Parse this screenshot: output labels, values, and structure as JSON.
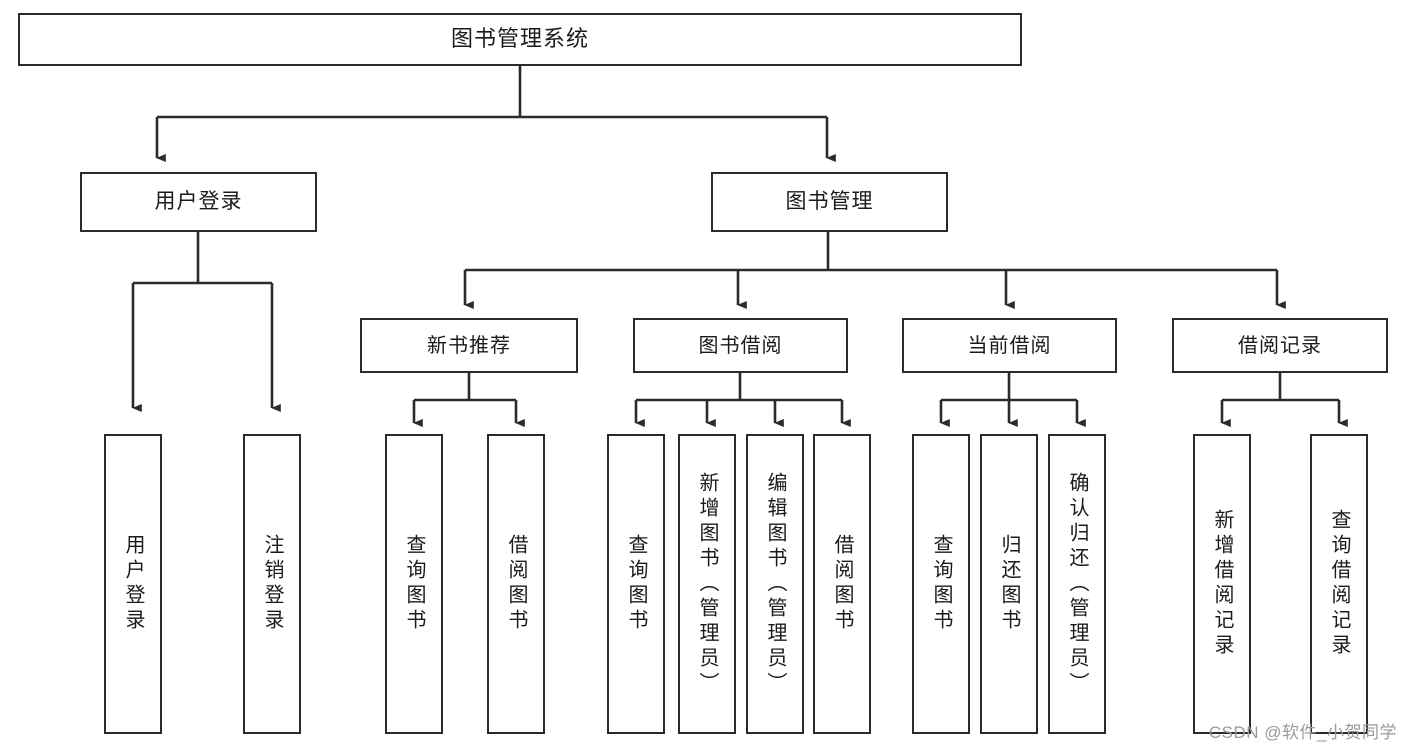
{
  "diagram": {
    "title": "图书管理系统",
    "type": "tree-hierarchy",
    "root": {
      "label": "图书管理系统"
    },
    "level2": [
      {
        "label": "用户登录"
      },
      {
        "label": "图书管理"
      }
    ],
    "level3": [
      {
        "label": "新书推荐"
      },
      {
        "label": "图书借阅"
      },
      {
        "label": "当前借阅"
      },
      {
        "label": "借阅记录"
      }
    ],
    "leaves": {
      "user_login": [
        {
          "label": "用户登录"
        },
        {
          "label": "注销登录"
        }
      ],
      "new_book_recommend": [
        {
          "label": "查询图书"
        },
        {
          "label": "借阅图书"
        }
      ],
      "book_borrow": [
        {
          "label": "查询图书"
        },
        {
          "label": "新增图书（管理员）"
        },
        {
          "label": "编辑图书（管理员）"
        },
        {
          "label": "借阅图书"
        }
      ],
      "current_borrow": [
        {
          "label": "查询图书"
        },
        {
          "label": "归还图书"
        },
        {
          "label": "确认归还（管理员）"
        }
      ],
      "borrow_record": [
        {
          "label": "新增借阅记录"
        },
        {
          "label": "查询借阅记录"
        }
      ]
    }
  },
  "watermark": {
    "text": "CSDN @软件_小贺同学"
  },
  "colors": {
    "box_border": "#2b2b2b",
    "box_fill": "#ffffff",
    "text": "#1b1b1b",
    "wire": "#2b2b2b",
    "watermark": "#9a9a9a",
    "background": "#ffffff"
  }
}
